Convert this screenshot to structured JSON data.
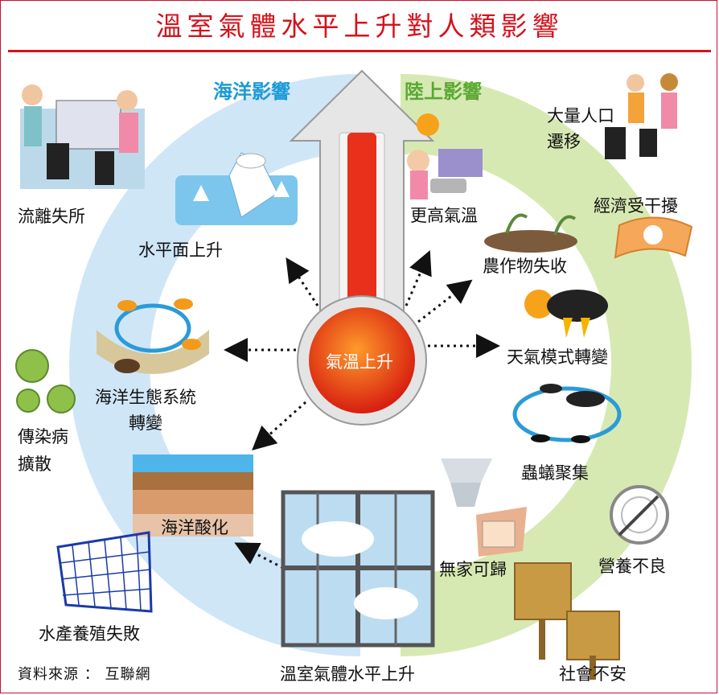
{
  "title": "溫室氣體水平上升對人類影響",
  "center": "氣溫上升",
  "bottom_cause": "溫室氣體水平上升",
  "categories": {
    "ocean": "海洋影響",
    "land": "陸上影響"
  },
  "ocean_items": [
    "水平面上升",
    "海洋生態系統\n轉變",
    "海洋酸化"
  ],
  "land_items": [
    "更高氣溫",
    "農作物失收",
    "天氣模式轉變",
    "蟲蟻聚集",
    "無家可歸"
  ],
  "human_impacts": [
    "流離失所",
    "大量人口\n遷移",
    "經濟受干擾",
    "傳染病\n擴散",
    "營養不良",
    "水產養殖失敗",
    "社會不安"
  ],
  "source": "資料來源 ： 互聯網",
  "colors": {
    "title": "#d4121c",
    "ocean": "#1b9ad6",
    "land": "#5aa832",
    "ring_ocean": "#cfe6f7",
    "ring_land": "#d7e9b3",
    "thermo": "#e8301b"
  }
}
